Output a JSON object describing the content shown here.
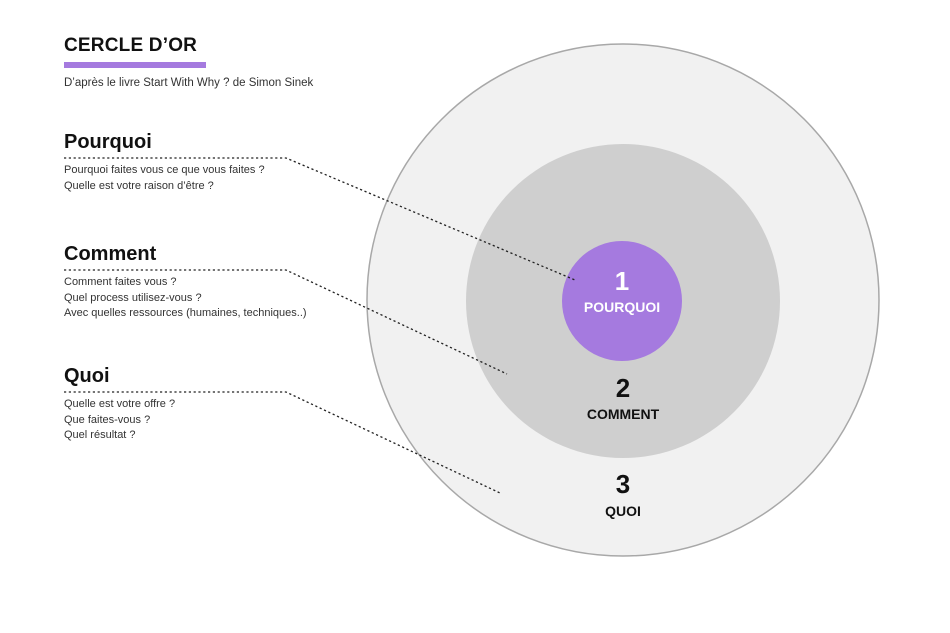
{
  "header": {
    "title": "CERCLE D’OR",
    "subtitle": "D’après le livre Start With Why ? de Simon Sinek"
  },
  "sections": [
    {
      "heading": "Pourquoi",
      "lines": [
        "Pourquoi faites vous ce que vous faites ?",
        "Quelle est votre raison d’être ?"
      ]
    },
    {
      "heading": "Comment",
      "lines": [
        "Comment faites vous ?",
        "Quel process utilisez-vous ?",
        "Avec quelles ressources (humaines, techniques..)"
      ]
    },
    {
      "heading": "Quoi",
      "lines": [
        "Quelle est votre offre ?",
        "Que faites-vous ?",
        "Quel résultat ?"
      ]
    }
  ],
  "circles": {
    "inner": {
      "number": "1",
      "label": "POURQUOI",
      "fill": "#a57adf",
      "text_color": "#ffffff"
    },
    "middle": {
      "number": "2",
      "label": "COMMENT",
      "fill": "#cfcfcf",
      "text_color": "#111111"
    },
    "outer": {
      "number": "3",
      "label": "QUOI",
      "fill": "#f1f1f1",
      "text_color": "#111111"
    }
  },
  "colors": {
    "accent": "#a57adf",
    "connector": "#222222",
    "outer_stroke": "#a8a8a8"
  }
}
